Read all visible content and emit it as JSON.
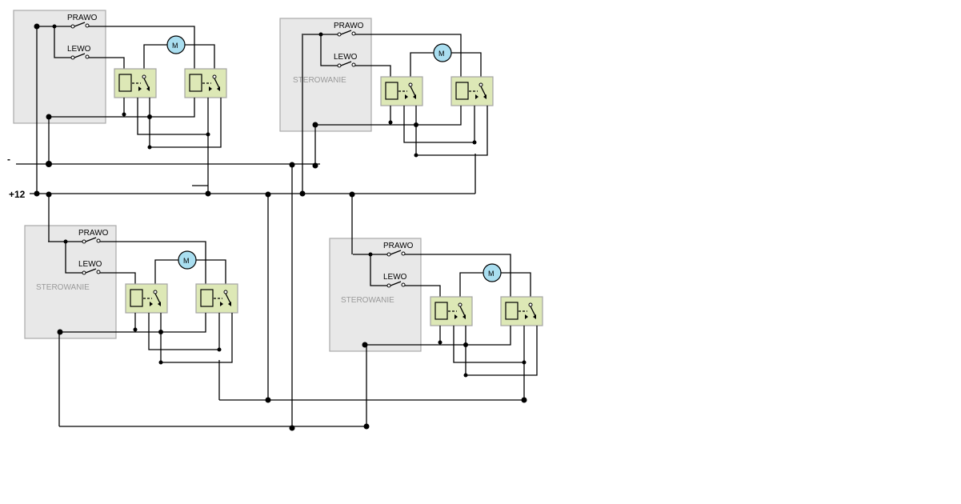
{
  "diagram": {
    "type": "wiring-schematic",
    "rails": {
      "negative_label": "-",
      "positive_label": "+12"
    },
    "units": [
      {
        "id": "unit-1",
        "controller_label": "",
        "switch_right": "PRAWO",
        "switch_left": "LEWO",
        "motor_symbol": "M"
      },
      {
        "id": "unit-2",
        "controller_label": "STEROWANIE",
        "switch_right": "PRAWO",
        "switch_left": "LEWO",
        "motor_symbol": "M"
      },
      {
        "id": "unit-3",
        "controller_label": "STEROWANIE",
        "switch_right": "PRAWO",
        "switch_left": "LEWO",
        "motor_symbol": "M"
      },
      {
        "id": "unit-4",
        "controller_label": "STEROWANIE",
        "switch_right": "PRAWO",
        "switch_left": "LEWO",
        "motor_symbol": "M"
      }
    ],
    "colors": {
      "controller_fill": "#e8e8e8",
      "relay_fill": "#dde8b6",
      "motor_fill": "#a9def0",
      "wire": "#000000"
    }
  }
}
